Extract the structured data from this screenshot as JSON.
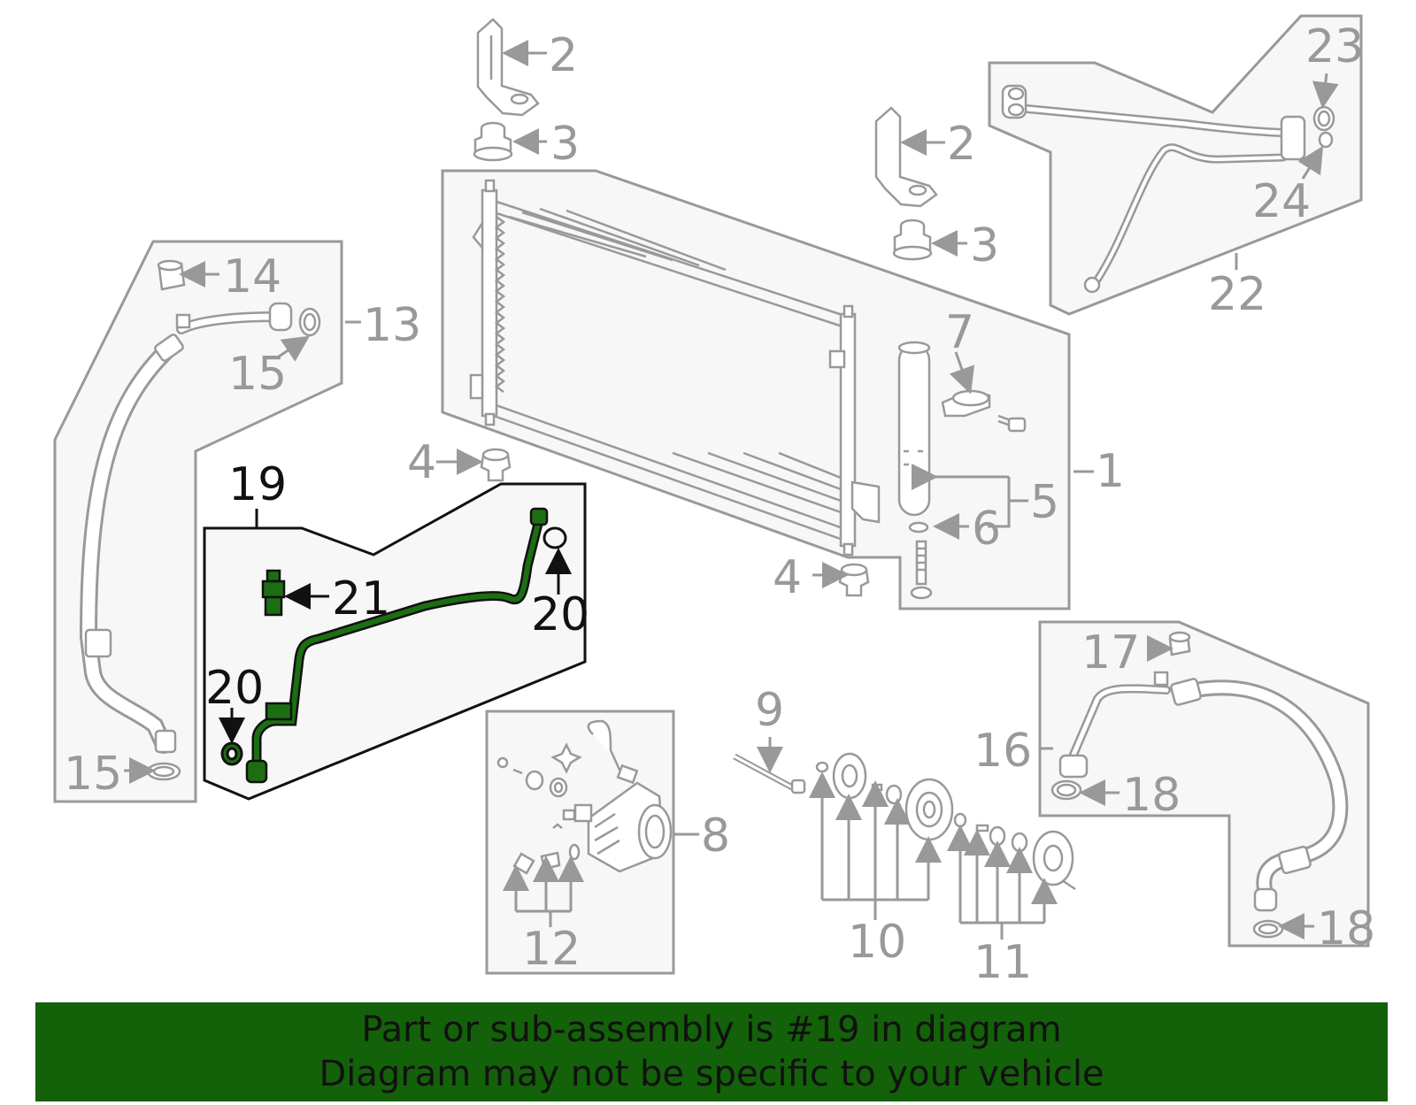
{
  "colors": {
    "grey_line": "#999999",
    "panel_fill": "#f7f7f7",
    "highlight_line": "#111111",
    "highlight_part": "#1c6e12",
    "banner_bg": "#136109",
    "banner_text": "#111111"
  },
  "callouts": {
    "c1": "1",
    "c2a": "2",
    "c2b": "2",
    "c3a": "3",
    "c3b": "3",
    "c4a": "4",
    "c4b": "4",
    "c5": "5",
    "c6": "6",
    "c7": "7",
    "c8": "8",
    "c9": "9",
    "c10": "10",
    "c11": "11",
    "c12": "12",
    "c13": "13",
    "c14": "14",
    "c15a": "15",
    "c15b": "15",
    "c16": "16",
    "c17": "17",
    "c18a": "18",
    "c18b": "18",
    "c19": "19",
    "c20a": "20",
    "c20b": "20",
    "c21": "21",
    "c22": "22",
    "c23": "23",
    "c24": "24"
  },
  "banner": {
    "line1": "Part or sub-assembly is #19 in diagram",
    "line2": "Diagram may not be specific to your vehicle"
  }
}
